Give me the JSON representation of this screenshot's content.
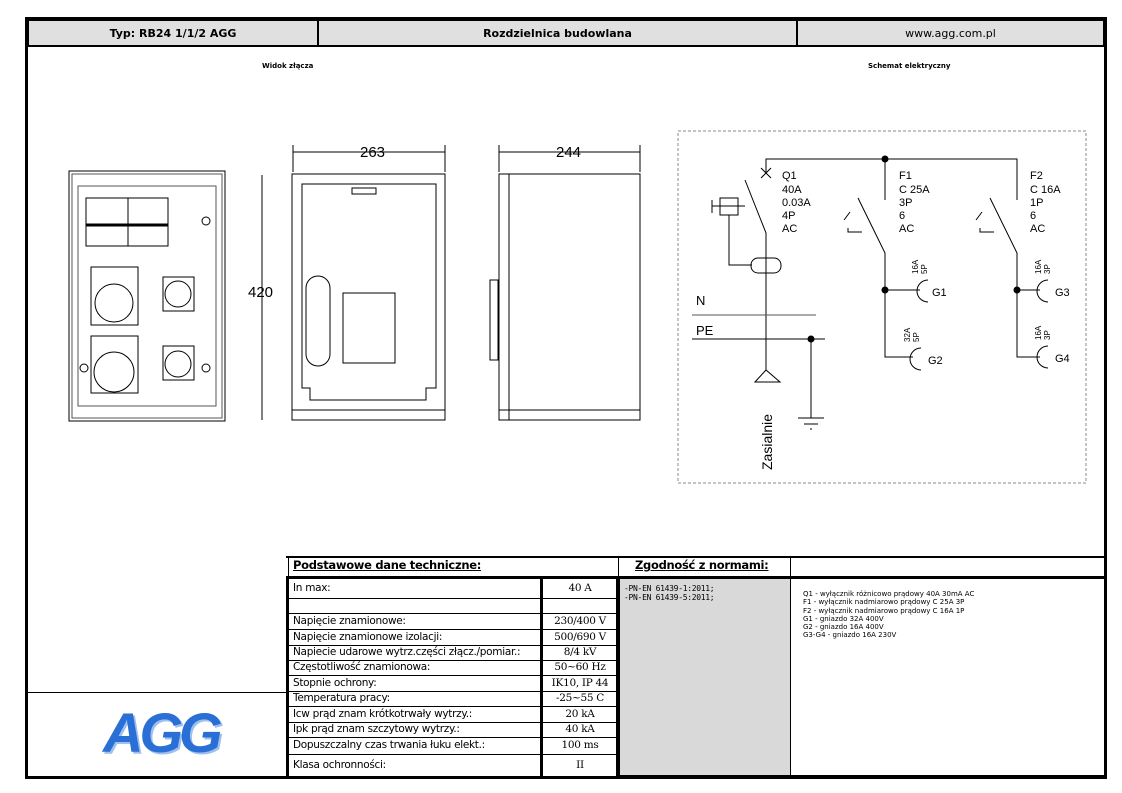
{
  "header": {
    "type": "Typ: RB24 1/1/2 AGG",
    "title": "Rozdzielnica budowlana",
    "url": "www.agg.com.pl"
  },
  "sections": {
    "view": "Widok złącza",
    "schematic": "Schemat elektryczny"
  },
  "dimensions": {
    "width": "263",
    "height": "420",
    "depth": "244"
  },
  "schematic": {
    "q1": [
      "Q1",
      "40A",
      "0.03A",
      "4P",
      "AC"
    ],
    "f1": [
      "F1",
      "C 25A",
      "3P",
      "6",
      "AC"
    ],
    "f2": [
      "F2",
      "C 16A",
      "1P",
      "6",
      "AC"
    ],
    "sockets": [
      {
        "name": "G1",
        "rating": "16A",
        "poles": "5P"
      },
      {
        "name": "G2",
        "rating": "32A",
        "poles": "5P"
      },
      {
        "name": "G3",
        "rating": "16A",
        "poles": "3P"
      },
      {
        "name": "G4",
        "rating": "16A",
        "poles": "3P"
      }
    ],
    "n": "N",
    "pe": "PE",
    "supply": "Zasialnie"
  },
  "tech": {
    "title": "Podstawowe dane techniczne:",
    "rows": [
      {
        "label": "In max:",
        "value": "40 A"
      },
      {
        "label": "",
        "value": ""
      },
      {
        "label": "Napięcie znamionowe:",
        "value": "230/400 V"
      },
      {
        "label": "Napięcie znamionowe izolacji:",
        "value": "500/690 V"
      },
      {
        "label": "Napiecie udarowe wytrz.części złącz./pomiar.:",
        "value": "8/4 kV"
      },
      {
        "label": "Częstotliwość znamionowa:",
        "value": "50~60 Hz"
      },
      {
        "label": "Stopnie ochrony:",
        "value": "IK10, IP 44"
      },
      {
        "label": "Temperatura pracy:",
        "value": "-25~55 C"
      },
      {
        "label": "Icw prąd znam krótkotrwały wytrzy.:",
        "value": "20 kA"
      },
      {
        "label": "Ipk prąd znam szczytowy wytrzy.:",
        "value": "40 kA"
      },
      {
        "label": "Dopuszczalny czas trwania łuku elekt.:",
        "value": "100 ms"
      },
      {
        "label": "Klasa ochronności:",
        "value": "II"
      }
    ]
  },
  "norms": {
    "title": "Zgodność z normami:",
    "items": [
      "-PN-EN 61439-1:2011;",
      "-PN-EN 61439-5:2011;"
    ]
  },
  "legend": [
    "Q1 - wyłącznik różnicowo prądowy 40A 30mA AC",
    "F1 - wyłącznik nadmiarowo prądowy C 25A 3P",
    "F2 - wyłącznik nadmiarowo prądowy C 16A 1P",
    "G1 - gniazdo 32A 400V",
    "G2 - gniazdo 16A 400V",
    "G3-G4 - gniazdo 16A 230V"
  ],
  "logo": "AGG",
  "colors": {
    "header_bg": "#e0e0e0",
    "norms_bg": "#d9d9d9",
    "logo": "#2a6fd6"
  }
}
